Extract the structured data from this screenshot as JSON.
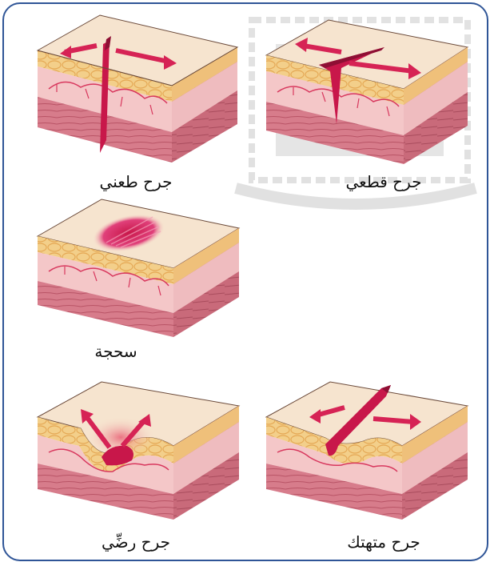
{
  "captions": {
    "stab": "جرح طعني",
    "incision": "جرح قطعي",
    "abrasion": "سحجة",
    "bruise": "جرح رضِّي",
    "laceration": "جرح متهتك"
  },
  "colors": {
    "frame": "#2f5597",
    "surface": "#f6e4cf",
    "fat": "#f3cf8a",
    "fat_cell": "#e7ad58",
    "dermis": "#f4c7c8",
    "vessel": "#d8385e",
    "muscle": "#cf6e7e",
    "wound": "#c8174a"
  }
}
